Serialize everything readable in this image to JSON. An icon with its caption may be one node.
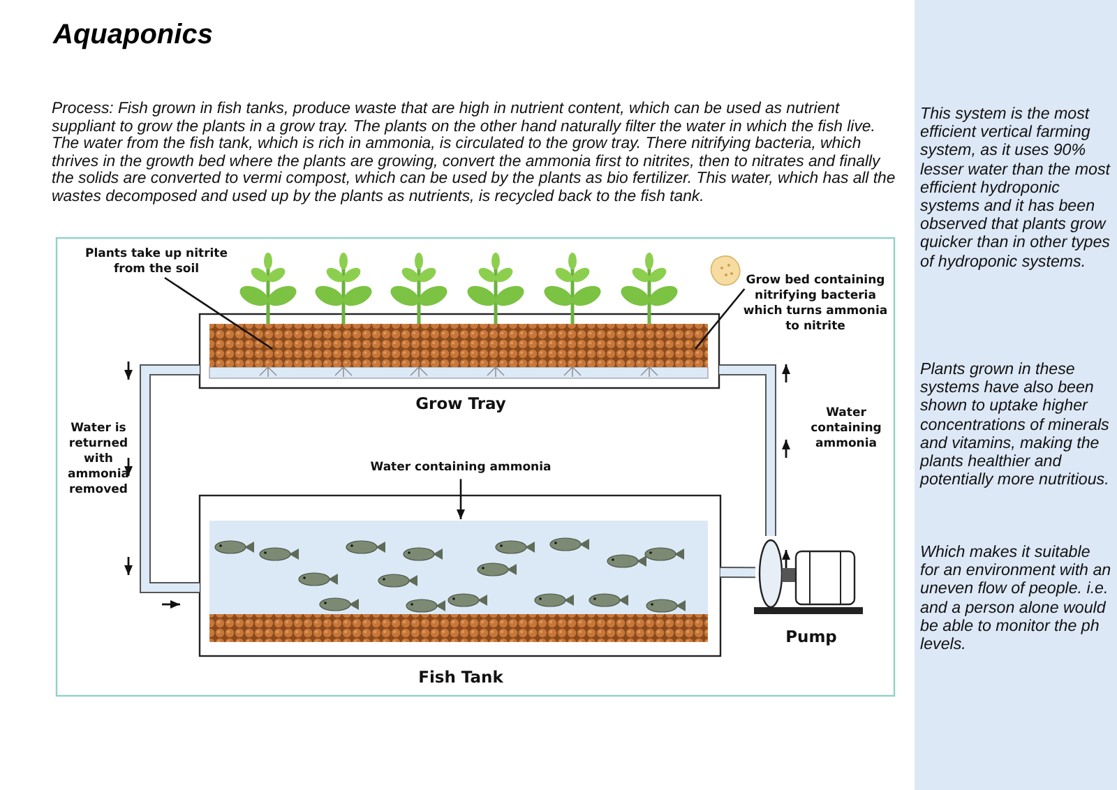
{
  "diagram": {
    "title": "Aquaponics",
    "nodes": [
      {
        "text": [
          "Plants take up nitrite from the soil"
        ]
      },
      {
        "text": [
          "Grow Tray"
        ]
      },
      {
        "text": [
          "Grow bed containing nitrifying bacteria which turns ammonia to nitrite"
        ]
      },
      {
        "text": [
          "Fish Tank"
        ]
      },
      {
        "text": [
          "Water containing ammonia"
        ]
      },
      {
        "text": [
          "Pump"
        ]
      }
    ],
    "edges": [
      {
        "from": 0,
        "to": 1,
        "arrow": "none"
      },
      {
        "from": 2,
        "to": 1,
        "arrow": "none"
      },
      {
        "from": 4,
        "to": 3,
        "arrow": "to"
      },
      {
        "from": 3,
        "to": 5,
        "arrow": "none",
        "style": "thick"
      },
      {
        "from": 5,
        "to": 1,
        "arrow": "none",
        "style": "thick"
      },
      {
        "from": 1,
        "to": 3,
        "arrow": "none",
        "style": "thick"
      }
    ],
    "labels": [
      "Process: Fish grown in fish tanks, produce waste that are high in nutrient content, which can be used as nutrient suppliant to grow the plants in a grow tray. The plants on the other hand naturally filter the water in which the fish live. The water from the fish tank, which is rich in ammonia, is circulated to the grow tray. There nitrifying bacteria, which thrives in the growth bed where the plants are growing, convert the ammonia first to nitrites, then to nitrates and finally the solids are converted to vermi compost, which can be used by the plants as bio fertilizer. This water, which has all the wastes decomposed and used up by the plants as nutrients, is recycled back to the fish tank.",
      "This system is the most efficient vertical farming system, as it uses 90% lesser water than the most efficient hydroponic systems and it has been observed that plants grow quicker than in other types of hydroponic systems.",
      "Plants grown in these systems have also been shown to uptake higher concentrations of minerals and vitamins, making the plants healthier and potentially more nutritious.",
      "Which makes it suitable for an environment with an uneven flow of people. i.e. and a person alone would be able to monitor the ph levels.",
      "Water is returned with ammonia removed",
      "Water containing ammonia"
    ]
  }
}
